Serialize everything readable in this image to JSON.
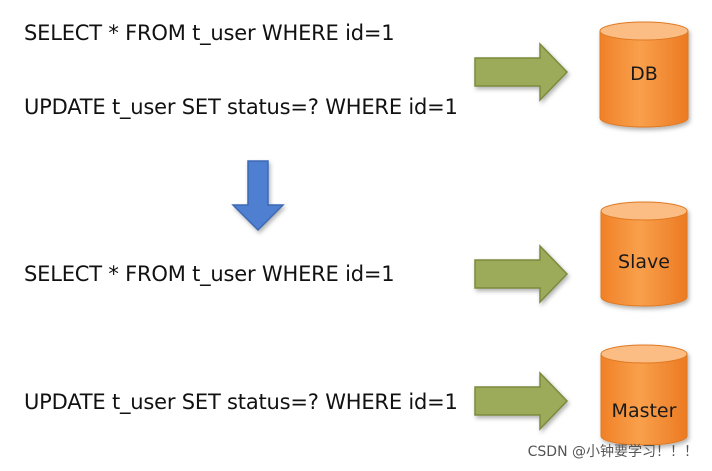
{
  "before": {
    "select_sql": "SELECT * FROM t_user WHERE id=1",
    "update_sql": "UPDATE t_user SET status=? WHERE id=1",
    "db_label": "DB"
  },
  "after": {
    "select_sql": "SELECT * FROM t_user WHERE id=1",
    "slave_label": "Slave",
    "update_sql": "UPDATE t_user SET status=? WHERE id=1",
    "master_label": "Master"
  },
  "colors": {
    "cylinder_body": "#f7923a",
    "cylinder_top": "#fbbd84",
    "cylinder_stroke": "#e07a24",
    "arrow_right_fill": "#9bab5a",
    "arrow_right_stroke": "#7b8a3e",
    "arrow_down_fill": "#4f7fd0",
    "arrow_down_stroke": "#3d68b3"
  },
  "watermark": "CSDN @小钟要学习！！！"
}
